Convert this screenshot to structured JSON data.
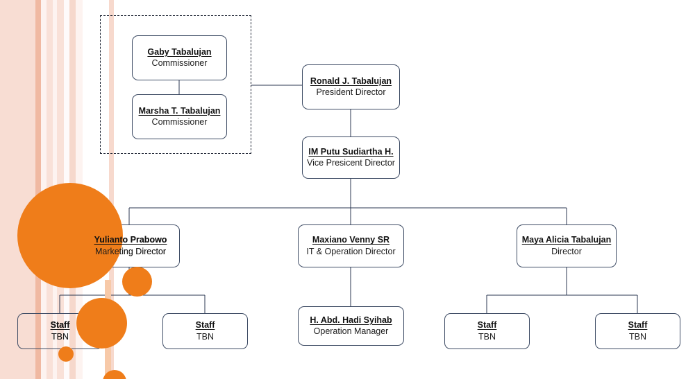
{
  "chart": {
    "type": "org-chart",
    "title": "Organization Structure",
    "colors": {
      "box_border": "#3c4a63",
      "connector": "#2b3750",
      "dashed_group_border": "#1d2433",
      "accent_orange": "#EF7D1A",
      "stripe_pink_dark": "#f0b9a2",
      "stripe_pink": "#f8ddd3",
      "stripe_pink_light": "#fbeae4",
      "stripe_pink_faint": "#fdf3f0",
      "text": "#111111"
    },
    "nodes": [
      {
        "id": "gaby",
        "name": "Gaby Tabalujan",
        "title": "Commissioner"
      },
      {
        "id": "marsha",
        "name": "Marsha T.  Tabalujan",
        "title": "Commissioner"
      },
      {
        "id": "ronald",
        "name": "Ronald J. Tabalujan",
        "title": "President Director"
      },
      {
        "id": "putu",
        "name": "IM Putu Sudiartha H.",
        "title": "Vice Presicent Director"
      },
      {
        "id": "yulianto",
        "name": "Yulianto Prabowo",
        "title": "Marketing Director"
      },
      {
        "id": "maxiano",
        "name": "Maxiano Venny SR",
        "title": "IT & Operation Director"
      },
      {
        "id": "maya",
        "name": "Maya Alicia Tabalujan",
        "title": "Director"
      },
      {
        "id": "hadi",
        "name": "H. Abd. Hadi Syihab",
        "title": "Operation Manager"
      },
      {
        "id": "staff1",
        "name": "Staff",
        "title": "TBN"
      },
      {
        "id": "staff2",
        "name": "Staff",
        "title": "TBN"
      },
      {
        "id": "staff3",
        "name": "Staff",
        "title": "TBN"
      },
      {
        "id": "staff4",
        "name": "Staff",
        "title": "TBN"
      }
    ],
    "edges": [
      {
        "from": "gaby",
        "to": "marsha"
      },
      {
        "from": "gaby",
        "to": "ronald",
        "style": "dotted-group-link"
      },
      {
        "from": "ronald",
        "to": "putu"
      },
      {
        "from": "putu",
        "to": "yulianto"
      },
      {
        "from": "putu",
        "to": "maxiano"
      },
      {
        "from": "putu",
        "to": "maya"
      },
      {
        "from": "yulianto",
        "to": "staff1"
      },
      {
        "from": "yulianto",
        "to": "staff2"
      },
      {
        "from": "maxiano",
        "to": "hadi"
      },
      {
        "from": "maya",
        "to": "staff3"
      },
      {
        "from": "maya",
        "to": "staff4"
      }
    ],
    "group_box": {
      "label": "",
      "members": [
        "gaby",
        "marsha"
      ],
      "border": "dashed"
    }
  }
}
